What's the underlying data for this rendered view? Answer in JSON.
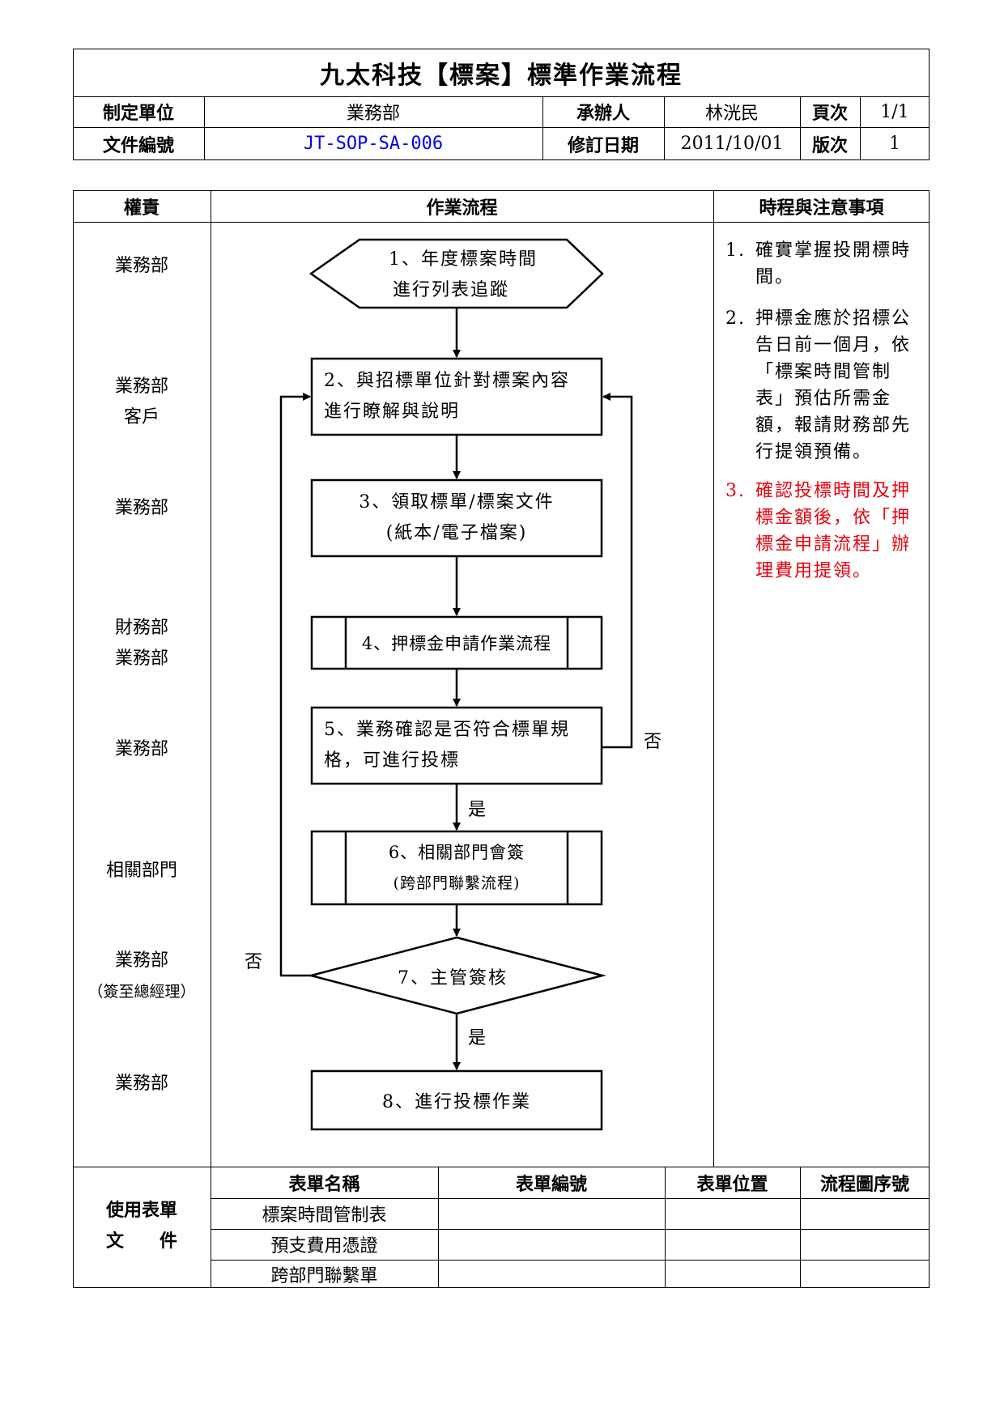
{
  "header": {
    "title": "九太科技【標案】標準作業流程",
    "labels": {
      "unit": "制定單位",
      "handler": "承辦人",
      "page": "頁次",
      "doc_no": "文件編號",
      "rev_date": "修訂日期",
      "version": "版次"
    },
    "values": {
      "unit": "業務部",
      "handler": "林洸民",
      "page": "1/1",
      "doc_no": "JT-SOP-SA-006",
      "rev_date": "2011/10/01",
      "version": "1"
    }
  },
  "columns": {
    "responsibility": "權責",
    "flow": "作業流程",
    "notes": "時程與注意事項"
  },
  "responsibilities": [
    [
      "業務部"
    ],
    [
      "業務部",
      "客戶"
    ],
    [
      "業務部"
    ],
    [
      "財務部",
      "業務部"
    ],
    [
      "業務部"
    ],
    [
      "相關部門"
    ],
    [
      "業務部",
      "（簽至總經理）"
    ],
    [
      "業務部"
    ]
  ],
  "flow_steps": [
    {
      "shape": "hexagon",
      "lines": [
        "1、年度標案時間",
        "進行列表追蹤"
      ]
    },
    {
      "shape": "process",
      "lines": [
        "2、與招標單位針對標案內容",
        "進行瞭解與說明"
      ]
    },
    {
      "shape": "process",
      "lines": [
        "3、領取標單/標案文件",
        "(紙本/電子檔案)"
      ]
    },
    {
      "shape": "predefined",
      "lines": [
        "4、押標金申請作業流程"
      ]
    },
    {
      "shape": "process",
      "lines": [
        "5、業務確認是否符合標單規",
        "格，可進行投標"
      ]
    },
    {
      "shape": "predefined",
      "lines": [
        "6、相關部門會簽",
        "(跨部門聯繫流程)"
      ]
    },
    {
      "shape": "decision",
      "lines": [
        "7、主管簽核"
      ]
    },
    {
      "shape": "process",
      "lines": [
        "8、進行投標作業"
      ]
    }
  ],
  "branch_labels": {
    "step5_no": "否",
    "step5_yes": "是",
    "step7_no": "否",
    "step7_yes": "是"
  },
  "notes": [
    {
      "num": "1.",
      "lines": [
        "確實掌握投開標時",
        "間。"
      ],
      "color": "#000000"
    },
    {
      "num": "2.",
      "lines": [
        "押標金應於招標公",
        "告日前一個月，依",
        "「標案時間管制",
        "表」預估所需金",
        "額，報請財務部先",
        "行提領預備。"
      ],
      "color": "#000000"
    },
    {
      "num": "3.",
      "lines": [
        "確認投標時間及押",
        "標金額後，依「押",
        "標金申請流程」辦",
        "理費用提領。"
      ],
      "color": "#e8000c"
    }
  ],
  "forms": {
    "section_label_1": "使用表單",
    "section_label_2": "文　　件",
    "headers": [
      "表單名稱",
      "表單編號",
      "表單位置",
      "流程圖序號"
    ],
    "rows": [
      [
        "標案時間管制表",
        "",
        "",
        ""
      ],
      [
        "預支費用憑證",
        "",
        "",
        ""
      ],
      [
        "跨部門聯繫單",
        "",
        "",
        ""
      ]
    ]
  }
}
